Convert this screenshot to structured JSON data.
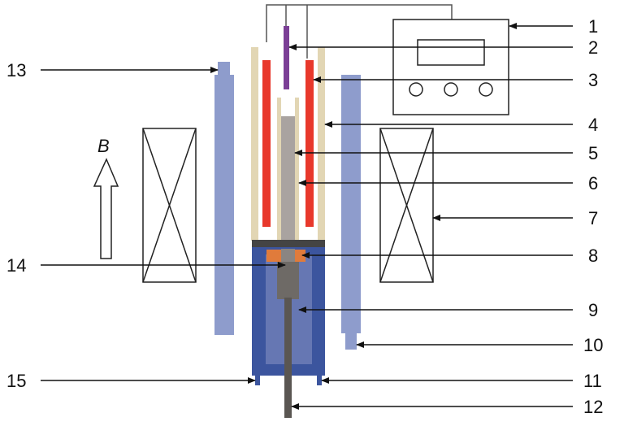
{
  "field_label": "B",
  "callouts": [
    "1",
    "2",
    "3",
    "4",
    "5",
    "6",
    "7",
    "8",
    "9",
    "10",
    "11",
    "12",
    "13",
    "14",
    "15"
  ],
  "colors": {
    "heater": "#e8382b",
    "thermocouple": "#7b3f96",
    "crucible_tube": "#e2d6b4",
    "cooling_vessel": "#3c559e",
    "cooling_liquid": "#6677b3",
    "sample_rod": "#a9a3a0",
    "pull_rod": "#5a5652",
    "seal_ring": "#e07b3b",
    "side_rod": "#8e9ccc"
  }
}
